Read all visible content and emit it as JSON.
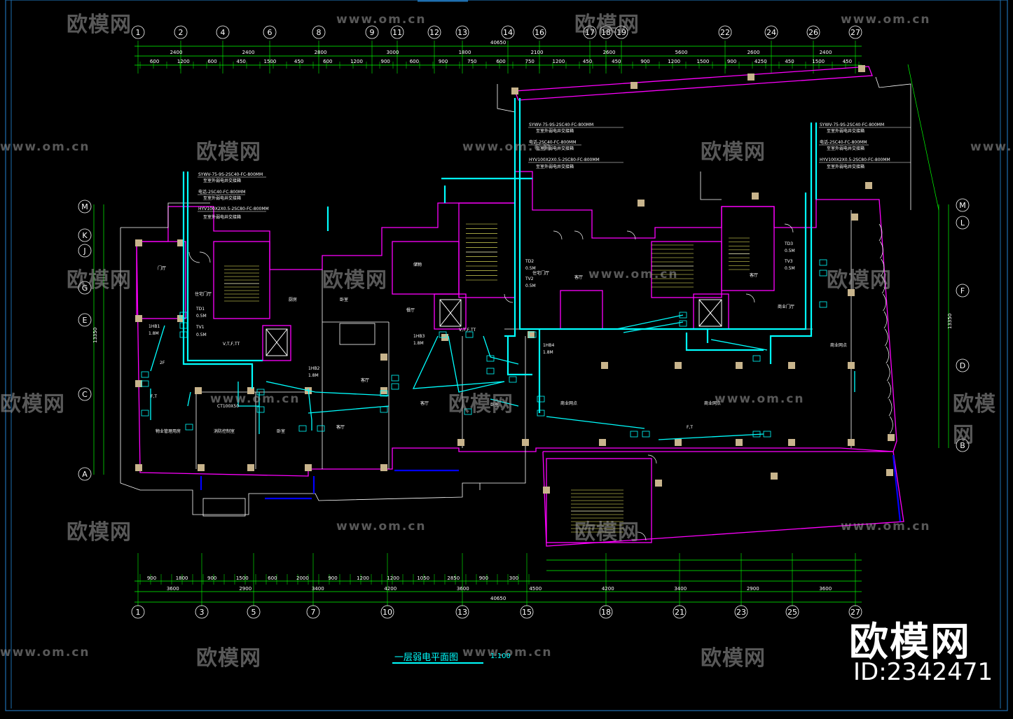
{
  "drawing": {
    "title": "一层弱电平面图",
    "scale": "1:100"
  },
  "grid": {
    "top_labels": [
      "1",
      "2",
      "4",
      "6",
      "8",
      "9",
      "11",
      "12",
      "13",
      "14",
      "16",
      "17",
      "18",
      "19",
      "22",
      "24",
      "26",
      "27"
    ],
    "bottom_labels": [
      "1",
      "3",
      "5",
      "7",
      "10",
      "13",
      "15",
      "18",
      "21",
      "23",
      "25",
      "27"
    ],
    "left_labels": [
      "M",
      "K",
      "J",
      "G",
      "E",
      "C",
      "A"
    ],
    "right_labels": [
      "M",
      "L",
      "F",
      "D",
      "B"
    ]
  },
  "dimensions": {
    "top_total": "40650",
    "bottom_total": "40650",
    "top_row1": [
      "2400",
      "2400",
      "2800",
      "3000",
      "1800",
      "2100",
      "2600",
      "5600",
      "2600",
      "2400"
    ],
    "top_row2": [
      "600",
      "1200",
      "600",
      "450",
      "1500",
      "450",
      "600",
      "1200",
      "900",
      "600",
      "900",
      "750",
      "600",
      "750",
      "1200",
      "450",
      "450",
      "900",
      "1200",
      "1500",
      "900",
      "4250",
      "450",
      "1500",
      "450"
    ],
    "bottom_row1": [
      "900",
      "1800",
      "900",
      "1500",
      "600",
      "2000",
      "900",
      "1200",
      "1200",
      "1050",
      "2850",
      "900",
      "300"
    ],
    "bottom_row2": [
      "3600",
      "2900",
      "3400",
      "4200",
      "3600",
      "4500",
      "4200",
      "3400",
      "2900",
      "3600"
    ],
    "right_total": "13350",
    "left_total": "13350"
  },
  "notes": {
    "left_cable_1": "SYWV-75-9S-2SC40-FC-800MM",
    "left_cable_2": "电话-2SC40-FC-800MM",
    "left_cable_3": "HYV100X2X0.5-2SC80-FC-800MM",
    "mid_cable_1": "SYWV-75-9S-2SC40-FC-800MM",
    "mid_cable_2": "电话-2SC40-FC-800MM",
    "mid_cable_3": "HYV100X2X0.5-2SC80-FC-800MM",
    "right_cable_1": "SYWV-75-9S-2SC40-FC-800MM",
    "right_cable_2": "电话-2SC40-FC-800MM",
    "right_cable_3": "HYV100X2X0.5-2SC80-FC-800MM",
    "sub_label": "至室外弱电井交接箱"
  },
  "rooms": {
    "r1": "门厅",
    "r2": "住宅门厅",
    "r3": "厨房",
    "r4": "卧室",
    "r5": "客厅",
    "r6": "餐厅",
    "r7": "储物",
    "r8": "住宅门厅",
    "r9": "商业网点",
    "r10": "商业网点",
    "r10b": "商业网点",
    "r11": "商业门厅",
    "r12": "消防控制室",
    "r13": "物业管理用房",
    "r14": "客厅",
    "r15": "卧室",
    "r16": "客厅",
    "r17": "卧室",
    "r18": "客厅",
    "r19": "客厅"
  },
  "equipment": {
    "box1": "1HB1",
    "box1_h": "1.8M",
    "box2": "1HB2",
    "box2_h": "1.8M",
    "box3": "1HB3",
    "box3_h": "1.8M",
    "box4": "1HB4",
    "box4_h": "1.8M",
    "td1": "TD1",
    "td1_h": "0.5M",
    "tv1": "TV1",
    "tv1_h": "0.5M",
    "td2": "TD2",
    "td2_h": "0.5M",
    "tv2": "TV2",
    "tv2_h": "0.5M",
    "td3": "TD3",
    "td3_h": "0.5M",
    "tv3": "TV3",
    "tv3_h": "0.5M",
    "vtf": "V,T,F,TT",
    "cable_tag": "2F",
    "ct": "CT100X50",
    "ft": "F,T"
  },
  "watermark": {
    "cn": "欧模网",
    "url": "www.om.cn"
  },
  "brand": {
    "name": "欧模网",
    "id": "ID:2342471"
  },
  "colors": {
    "background": "#000000",
    "wall": "#ff00ff",
    "cable": "#00ffff",
    "dimension": "#00ff00",
    "text": "#ffffff",
    "column": "#c8b48c",
    "stair": "#ffff66",
    "window": "#0000ff"
  }
}
